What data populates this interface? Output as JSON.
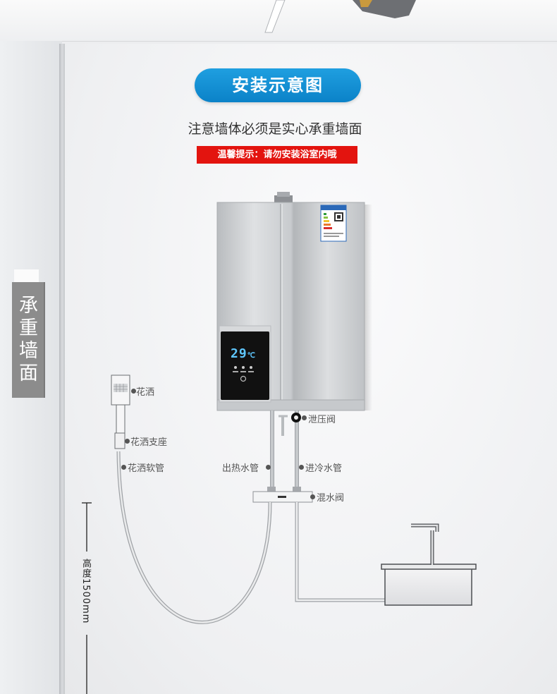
{
  "title": "安装示意图",
  "subtitle": "注意墙体必须是实心承重墙面",
  "warning": "温馨提示：请勿安装浴室内哦",
  "side_label": "承重墙面",
  "display": {
    "temperature": "29",
    "unit": "℃"
  },
  "callouts": {
    "shower_head": "花洒",
    "pressure_valve": "泄压阀",
    "shower_holder": "花洒支座",
    "hot_pipe": "出热水管",
    "cold_pipe": "进冷水管",
    "shower_hose": "花洒软管",
    "mixing_valve": "混水阀"
  },
  "height": "高度1500mm",
  "colors": {
    "accent_blue": "#1594d8",
    "warning_red": "#e3140f",
    "side_gray": "#8c8c8c"
  }
}
